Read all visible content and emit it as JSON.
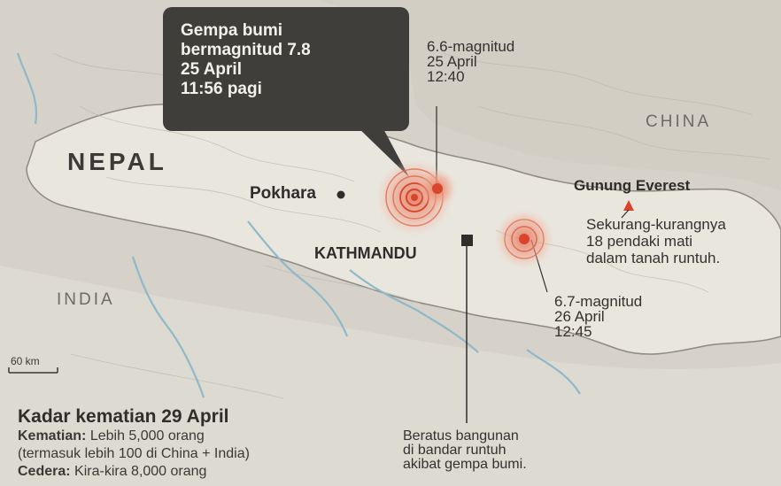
{
  "map": {
    "countries": {
      "nepal": "NEPAL",
      "china": "CHINA",
      "india": "INDIA"
    },
    "places": {
      "pokhara": "Pokhara",
      "kathmandu": "KATHMANDU",
      "everest": "Gunung Everest"
    },
    "scale_label": "60 km"
  },
  "earthquakes": {
    "main": [
      "Gempa bumi",
      "bermagnitud 7.8",
      "25 April",
      "11:56 pagi"
    ],
    "aftershock_1": [
      "6.6-magnitud",
      "25 April",
      "12:40"
    ],
    "aftershock_2": [
      "6.7-magnitud",
      "26 April",
      "12:45"
    ]
  },
  "notes": {
    "everest": [
      "Sekurang-kurangnya",
      "18 pendaki mati",
      "dalam tanah runtuh."
    ],
    "kathmandu": [
      "Beratus bangunan",
      "di bandar runtuh",
      "akibat gempa bumi."
    ]
  },
  "death_toll": {
    "title": "Kadar kematian 29 April",
    "deaths_label": "Kematian:",
    "deaths_value": "Lebih 5,000 orang",
    "deaths_detail": "(termasuk lebih 100 di China + India)",
    "injured_label": "Cedera:",
    "injured_value": "Kira-kira 8,000 orang"
  },
  "colors": {
    "quake": "#d9452b",
    "callout_bg": "#3f3e3b",
    "river": "#8fb9c9",
    "terrain": "#e9e6de"
  }
}
